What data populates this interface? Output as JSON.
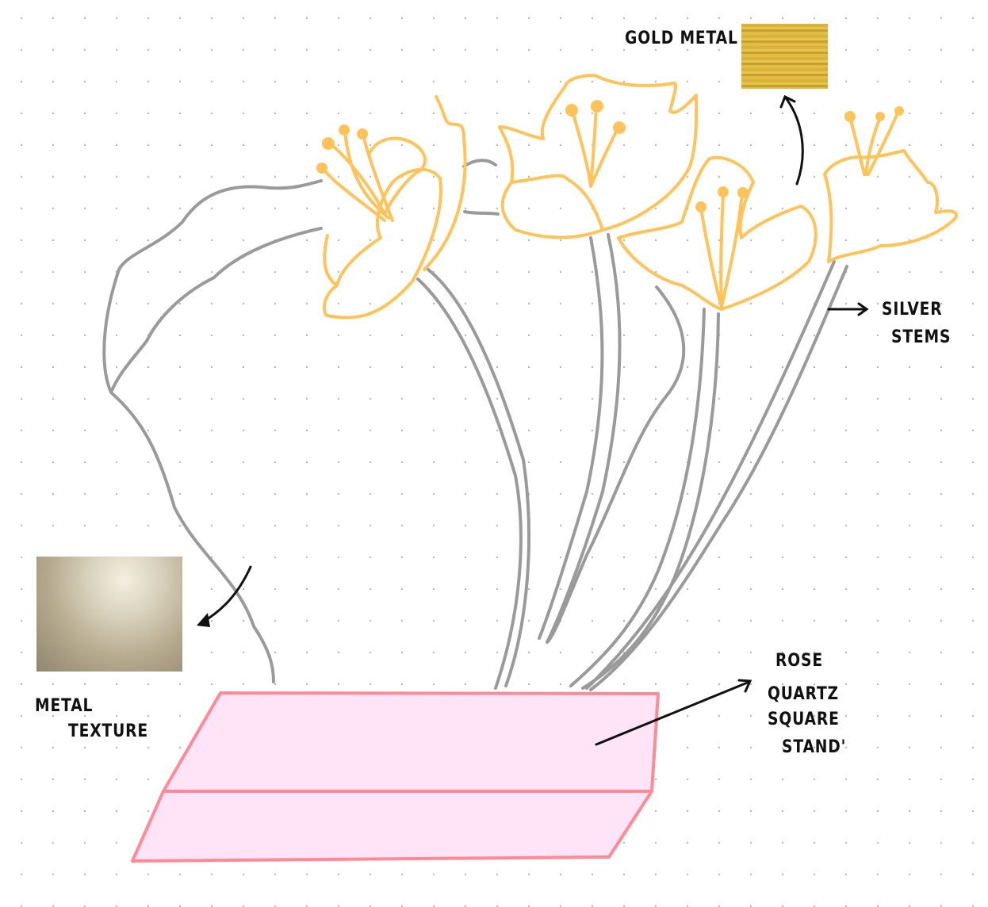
{
  "labels": {
    "gold_metal": "GOLD METAL",
    "silver_stems_1": "SILVER",
    "silver_stems_2": "STEMS",
    "metal_texture_1": "METAL",
    "metal_texture_2": "TEXTURE",
    "stand_1": "ROSE",
    "stand_2": "QUARTZ",
    "stand_3": "SQUARE",
    "stand_4": "STAND'"
  },
  "colors": {
    "flower": "#FFC35A",
    "stem": "#9A9A9A",
    "stand_stroke": "#FF8A96",
    "stand_fill": "#FFE3F6",
    "ink": "#111111"
  }
}
